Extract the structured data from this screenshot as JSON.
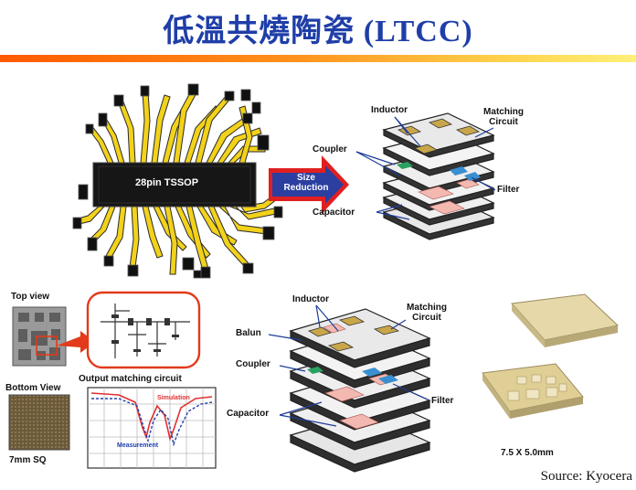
{
  "title": "低溫共燒陶瓷 (LTCC)",
  "chip_label": "28pin TSSOP",
  "arrow_label_line1": "Size",
  "arrow_label_line2": "Reduction",
  "top_stack_labels": {
    "inductor": "Inductor",
    "matching_line1": "Matching",
    "matching_line2": "Circuit",
    "coupler": "Coupler",
    "filter": "Filter",
    "capacitor": "Capacitor"
  },
  "top_view": "Top view",
  "bottom_view": "Bottom View",
  "size_square": "7mm SQ",
  "output_matching": "Output matching circuit",
  "plot_simulation": "Simulation",
  "plot_measurement": "Measurement",
  "bottom_stack_labels": {
    "inductor": "Inductor",
    "matching_line1": "Matching",
    "matching_line2": "Circuit",
    "balun": "Balun",
    "coupler": "Coupler",
    "filter": "Filter",
    "capacitor": "Capacitor"
  },
  "package_size": "7.5 X 5.0mm",
  "source": "Source: Kyocera",
  "colors": {
    "title": "#1f3ea8",
    "lead_yellow": "#f2d21a",
    "arrow_red": "#e02020",
    "arrow_blue": "#2b3fa0",
    "callout_red": "#e23a1a"
  }
}
